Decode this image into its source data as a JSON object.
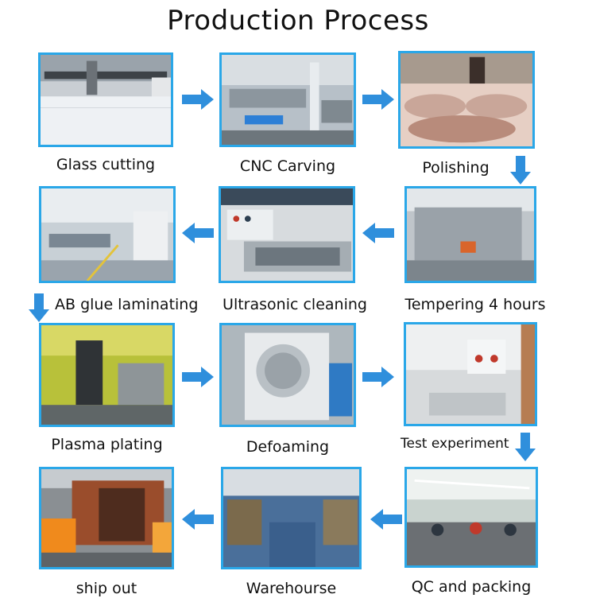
{
  "title": "Production Process",
  "steps": [
    {
      "label": "Glass cutting",
      "image": "glass-cutting-machine"
    },
    {
      "label": "CNC Carving",
      "image": "cnc-workshop"
    },
    {
      "label": "Polishing",
      "image": "polishing-machine"
    },
    {
      "label": "Tempering 4 hours",
      "image": "tempering-furnace"
    },
    {
      "label": "Ultrasonic cleaning",
      "image": "ultrasonic-cleaner"
    },
    {
      "label": "AB glue laminating",
      "image": "laminating-room"
    },
    {
      "label": "Plasma plating",
      "image": "plasma-chamber"
    },
    {
      "label": "Defoaming",
      "image": "autoclave"
    },
    {
      "label": "Test experiment",
      "image": "test-controller"
    },
    {
      "label": "QC and packing",
      "image": "packing-floor"
    },
    {
      "label": "Warehourse",
      "image": "warehouse"
    },
    {
      "label": "ship out",
      "image": "shipping-container"
    }
  ],
  "colors": {
    "frame": "#2aa7e8",
    "arrow": "#2f8fdc"
  }
}
